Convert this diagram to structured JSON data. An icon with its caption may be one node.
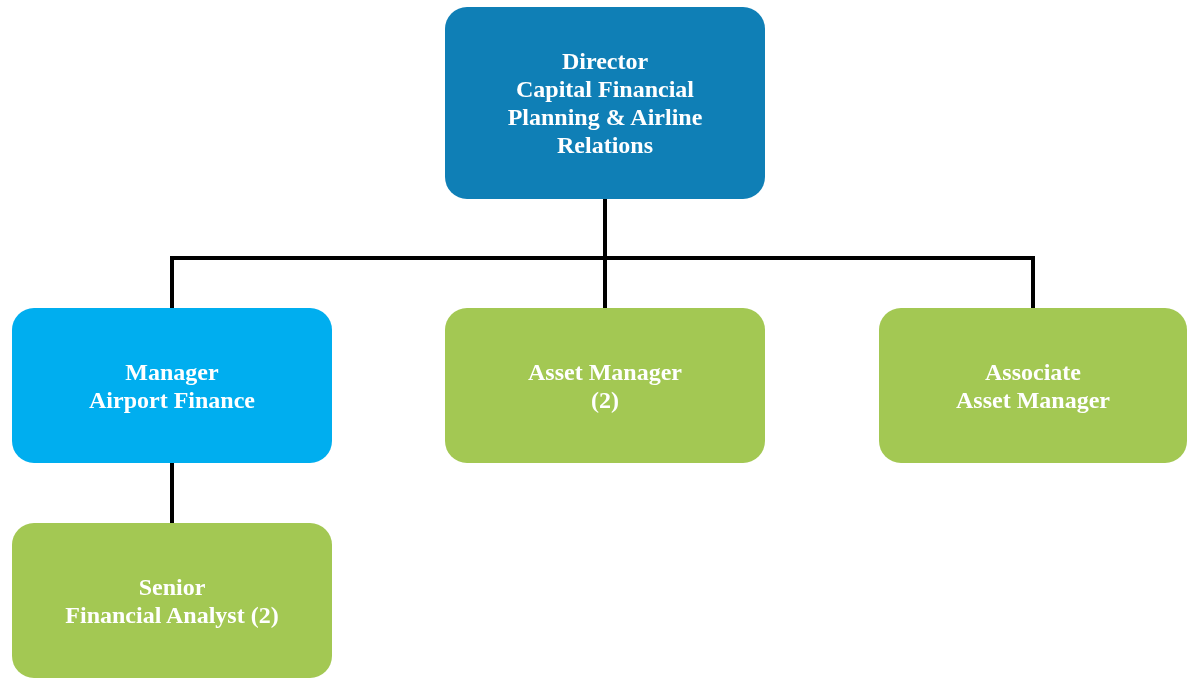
{
  "diagram": {
    "nodes": [
      {
        "text": [
          "Director",
          "Capital Financial Planning & Airline Relations"
        ]
      },
      {
        "text": [
          "Manager",
          "Airport Finance"
        ]
      },
      {
        "text": [
          "Asset Manager (2)"
        ]
      },
      {
        "text": [
          "Associate",
          "Asset Manager"
        ]
      },
      {
        "text": [
          "Senior",
          "Financial Analyst (2)"
        ]
      }
    ],
    "edges": [
      {
        "from": 0,
        "to": 1,
        "arrow": "none"
      },
      {
        "from": 0,
        "to": 2,
        "arrow": "none"
      },
      {
        "from": 0,
        "to": 3,
        "arrow": "none"
      },
      {
        "from": 1,
        "to": 4,
        "arrow": "none"
      }
    ]
  }
}
